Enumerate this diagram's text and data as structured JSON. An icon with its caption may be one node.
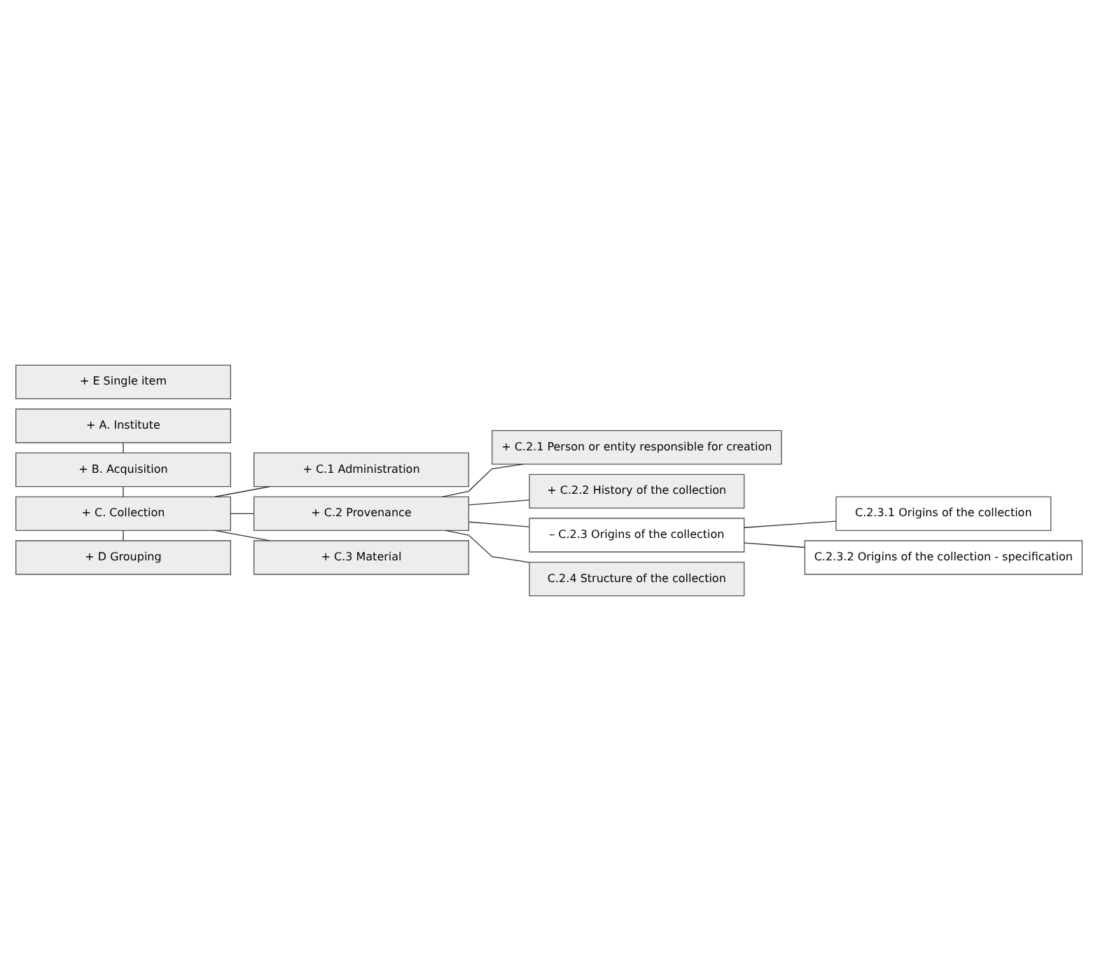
{
  "diagram": {
    "nodes": [
      {
        "text": [
          "+ A. Institute"
        ]
      },
      {
        "text": [
          "+ B. Acquisition"
        ]
      },
      {
        "text": [
          "+ C. Collection"
        ]
      },
      {
        "text": [
          "+ C.1 Administration"
        ]
      },
      {
        "text": [
          "+ C.2 Provenance"
        ]
      },
      {
        "text": [
          "+ C.2.1 Person or entity responsible for creation"
        ]
      },
      {
        "text": [
          "+ C.2.2 History of the collection"
        ]
      },
      {
        "text": [
          "– C.2.3 Origins of the collection"
        ]
      },
      {
        "text": [
          "C.2.3.1 Origins of the collection"
        ]
      },
      {
        "text": [
          "C.2.3.2 Origins of the collection - specification"
        ]
      },
      {
        "text": [
          "C.2.4 Structure of the collection"
        ]
      },
      {
        "text": [
          "+ C.3 Material"
        ]
      },
      {
        "text": [
          "+ D Grouping"
        ]
      },
      {
        "text": [
          "+ E Single item"
        ]
      }
    ],
    "edges": [
      {
        "from": 0,
        "to": 1,
        "arrow": "none"
      },
      {
        "from": 1,
        "to": 2,
        "arrow": "none"
      },
      {
        "from": 2,
        "to": 3,
        "arrow": "none"
      },
      {
        "from": 2,
        "to": 4,
        "arrow": "none"
      },
      {
        "from": 4,
        "to": 5,
        "arrow": "none"
      },
      {
        "from": 4,
        "to": 6,
        "arrow": "none"
      },
      {
        "from": 4,
        "to": 7,
        "arrow": "none"
      },
      {
        "from": 7,
        "to": 8,
        "arrow": "none"
      },
      {
        "from": 7,
        "to": 9,
        "arrow": "none"
      },
      {
        "from": 4,
        "to": 10,
        "arrow": "none"
      },
      {
        "from": 2,
        "to": 11,
        "arrow": "none"
      },
      {
        "from": 2,
        "to": 12,
        "arrow": "none"
      }
    ]
  }
}
